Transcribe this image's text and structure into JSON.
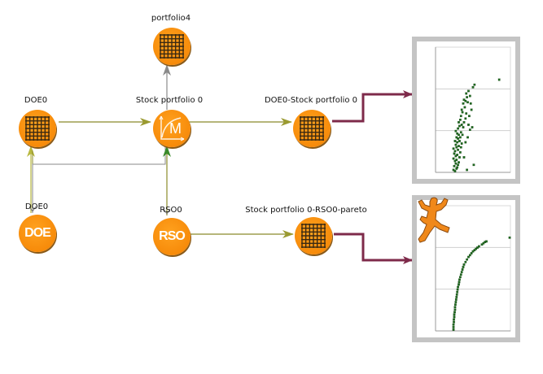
{
  "nodes": {
    "portfolio4": {
      "label": "portfolio4",
      "icon": "grid-table-icon"
    },
    "doe0_table": {
      "label": "DOE0",
      "icon": "grid-table-icon"
    },
    "stock_portfolio": {
      "label": "Stock portfolio 0",
      "icon": "model-m-icon",
      "icon_text": "M"
    },
    "doe0_stock_table": {
      "label": "DOE0-Stock portfolio 0",
      "icon": "grid-table-icon"
    },
    "doe0_scheduler": {
      "label": "DOE0",
      "icon": "doe-icon",
      "icon_text": "DOE"
    },
    "rso0": {
      "label": "RSO0",
      "icon": "rso-icon",
      "icon_text": "RSO"
    },
    "pareto_table": {
      "label": "Stock portfolio 0-RSO0-pareto",
      "icon": "grid-table-icon"
    }
  },
  "colors": {
    "node_orange": "#f78b0a",
    "edge_olive": "#8b8b2a",
    "edge_gray": "#8a8a8a",
    "edge_green": "#3a8a2a",
    "edge_maroon": "#7e2a4a",
    "frame_gray": "#c4c4c4",
    "point_green": "#1e6b1e"
  },
  "chart_data": [
    {
      "type": "scatter",
      "title": "",
      "xlabel": "",
      "ylabel": "",
      "xlim": [
        0,
        1
      ],
      "ylim": [
        0,
        1
      ],
      "grid": true,
      "series": [
        {
          "name": "DOE0-Stock portfolio 0",
          "color": "#1e6b1e",
          "points": [
            [
              0.24,
              0.02
            ],
            [
              0.26,
              0.01
            ],
            [
              0.28,
              0.03
            ],
            [
              0.25,
              0.05
            ],
            [
              0.27,
              0.07
            ],
            [
              0.29,
              0.04
            ],
            [
              0.3,
              0.06
            ],
            [
              0.26,
              0.09
            ],
            [
              0.24,
              0.11
            ],
            [
              0.28,
              0.1
            ],
            [
              0.31,
              0.08
            ],
            [
              0.27,
              0.13
            ],
            [
              0.25,
              0.15
            ],
            [
              0.29,
              0.14
            ],
            [
              0.32,
              0.12
            ],
            [
              0.26,
              0.17
            ],
            [
              0.3,
              0.18
            ],
            [
              0.28,
              0.2
            ],
            [
              0.24,
              0.19
            ],
            [
              0.33,
              0.16
            ],
            [
              0.27,
              0.22
            ],
            [
              0.31,
              0.21
            ],
            [
              0.29,
              0.24
            ],
            [
              0.26,
              0.25
            ],
            [
              0.34,
              0.2
            ],
            [
              0.3,
              0.27
            ],
            [
              0.28,
              0.28
            ],
            [
              0.32,
              0.25
            ],
            [
              0.35,
              0.23
            ],
            [
              0.29,
              0.31
            ],
            [
              0.31,
              0.3
            ],
            [
              0.33,
              0.28
            ],
            [
              0.27,
              0.33
            ],
            [
              0.3,
              0.35
            ],
            [
              0.34,
              0.32
            ],
            [
              0.32,
              0.37
            ],
            [
              0.36,
              0.3
            ],
            [
              0.31,
              0.4
            ],
            [
              0.35,
              0.38
            ],
            [
              0.33,
              0.42
            ],
            [
              0.37,
              0.36
            ],
            [
              0.34,
              0.45
            ],
            [
              0.38,
              0.4
            ],
            [
              0.36,
              0.48
            ],
            [
              0.4,
              0.43
            ],
            [
              0.35,
              0.5
            ],
            [
              0.39,
              0.52
            ],
            [
              0.41,
              0.47
            ],
            [
              0.37,
              0.55
            ],
            [
              0.4,
              0.57
            ],
            [
              0.42,
              0.6
            ],
            [
              0.38,
              0.58
            ],
            [
              0.43,
              0.56
            ],
            [
              0.41,
              0.63
            ],
            [
              0.44,
              0.65
            ],
            [
              0.46,
              0.61
            ],
            [
              0.47,
              0.55
            ],
            [
              0.48,
              0.5
            ],
            [
              0.45,
              0.45
            ],
            [
              0.5,
              0.68
            ],
            [
              0.52,
              0.7
            ],
            [
              0.85,
              0.74
            ],
            [
              0.49,
              0.36
            ],
            [
              0.44,
              0.38
            ],
            [
              0.46,
              0.34
            ],
            [
              0.43,
              0.28
            ],
            [
              0.51,
              0.06
            ],
            [
              0.42,
              0.02
            ],
            [
              0.4,
              0.24
            ],
            [
              0.38,
              0.12
            ]
          ]
        }
      ]
    },
    {
      "type": "scatter",
      "title": "",
      "xlabel": "",
      "ylabel": "",
      "xlim": [
        0,
        1
      ],
      "ylim": [
        0,
        1
      ],
      "grid": true,
      "series": [
        {
          "name": "Stock portfolio 0-RSO0-pareto",
          "color": "#1e6b1e",
          "points": [
            [
              0.24,
              0.01
            ],
            [
              0.24,
              0.03
            ],
            [
              0.24,
              0.05
            ],
            [
              0.245,
              0.07
            ],
            [
              0.245,
              0.09
            ],
            [
              0.25,
              0.11
            ],
            [
              0.25,
              0.13
            ],
            [
              0.255,
              0.15
            ],
            [
              0.26,
              0.17
            ],
            [
              0.26,
              0.19
            ],
            [
              0.265,
              0.21
            ],
            [
              0.27,
              0.23
            ],
            [
              0.275,
              0.25
            ],
            [
              0.28,
              0.27
            ],
            [
              0.285,
              0.29
            ],
            [
              0.29,
              0.31
            ],
            [
              0.295,
              0.33
            ],
            [
              0.3,
              0.35
            ],
            [
              0.31,
              0.37
            ],
            [
              0.315,
              0.39
            ],
            [
              0.32,
              0.41
            ],
            [
              0.33,
              0.43
            ],
            [
              0.34,
              0.45
            ],
            [
              0.35,
              0.47
            ],
            [
              0.36,
              0.49
            ],
            [
              0.37,
              0.51
            ],
            [
              0.38,
              0.53
            ],
            [
              0.4,
              0.55
            ],
            [
              0.42,
              0.57
            ],
            [
              0.44,
              0.59
            ],
            [
              0.46,
              0.605
            ],
            [
              0.48,
              0.62
            ],
            [
              0.5,
              0.635
            ],
            [
              0.52,
              0.645
            ],
            [
              0.54,
              0.655
            ],
            [
              0.56,
              0.665
            ],
            [
              0.58,
              0.675
            ],
            [
              0.62,
              0.69
            ],
            [
              0.64,
              0.7
            ],
            [
              0.66,
              0.71
            ],
            [
              0.68,
              0.715
            ],
            [
              0.99,
              0.745
            ]
          ]
        }
      ]
    }
  ]
}
